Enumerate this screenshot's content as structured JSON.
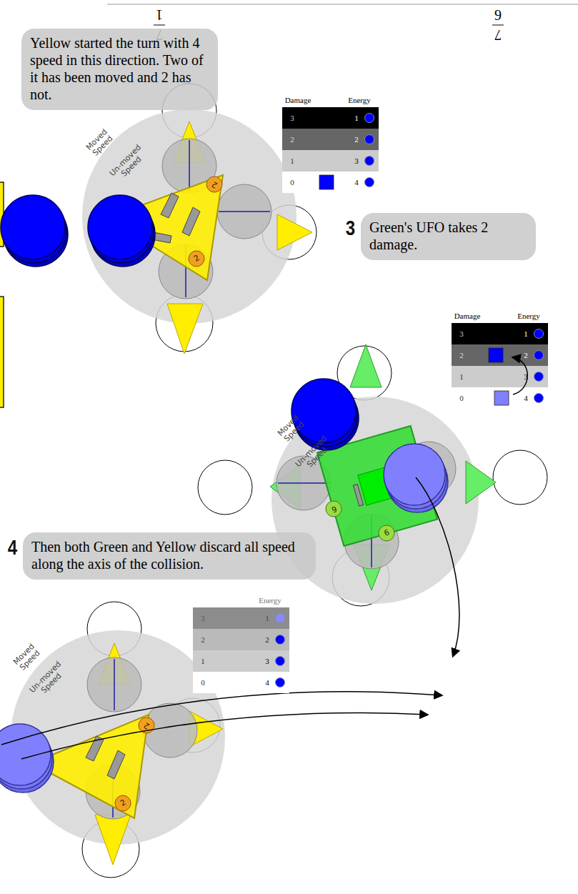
{
  "diagram": {
    "nodes": [
      {
        "text": [
          "Yellow started the turn with 4 speed in this direction. Two of it has been moved and 2 has not."
        ]
      },
      {
        "text": [
          "3",
          "Green's UFO takes 2 damage."
        ]
      },
      {
        "text": [
          "4",
          "Then both Green and Yellow discard all speed along the axis of the collision."
        ]
      }
    ],
    "labels": [
      "1",
      "7",
      "9",
      "7",
      "Damage",
      "Energy",
      "3",
      "1",
      "2",
      "2",
      "1",
      "3",
      "0",
      "4",
      "Moved Speed",
      "Un-moved Speed",
      "2",
      "2",
      "Damage",
      "Energy",
      "3",
      "1",
      "2",
      "2",
      "1",
      "3",
      "0",
      "4",
      "Moved Speed",
      "Un-moved Speed",
      "6",
      "6",
      "Energy",
      "3",
      "1",
      "2",
      "2",
      "1",
      "3",
      "0",
      "4",
      "Moved Speed",
      "Un-moved Speed",
      "2",
      "2"
    ]
  }
}
